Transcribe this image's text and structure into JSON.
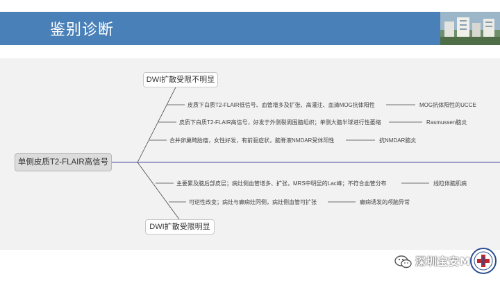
{
  "header": {
    "title": "鉴别诊断",
    "bg_color": "#4a80b8"
  },
  "mindmap": {
    "root": "单侧皮质T2-FLAIR高信号",
    "branches": [
      {
        "label": "DWI扩散受限不明显",
        "leaves": [
          {
            "finding": "皮质下白质T2-FLAIR低信号、血管增多及扩张、高灌注、血清MOG抗体阳性",
            "diagnosis": "MOG抗体阳性的UCCE"
          },
          {
            "finding": "皮质下白质T2-FLAIR高信号，好发于外侧裂周围脑组织；单侧大脑半球进行性萎缩",
            "diagnosis": "Rasmussen脑炎"
          },
          {
            "finding": "合并卵巢畸胎瘤，女性好发，有前驱症状，脑脊液NMDAR受体阳性",
            "diagnosis": "抗NMDAR脑炎"
          }
        ]
      },
      {
        "label": "DWI扩散受限明显",
        "leaves": [
          {
            "finding": "主要累及脑后部皮层；病灶侧血管增多、扩张，MRS中明显的Lac峰；不符合血管分布",
            "diagnosis": "线粒体脑肌病"
          },
          {
            "finding": "可逆性改变；病灶与癫痫灶同侧，病灶侧血管可扩张",
            "diagnosis": "癫痫诱发的颅脑异常"
          }
        ]
      }
    ]
  },
  "watermark": {
    "text": "深圳宝安MR",
    "icon": "wechat-icon",
    "logo": "hospital-logo"
  }
}
